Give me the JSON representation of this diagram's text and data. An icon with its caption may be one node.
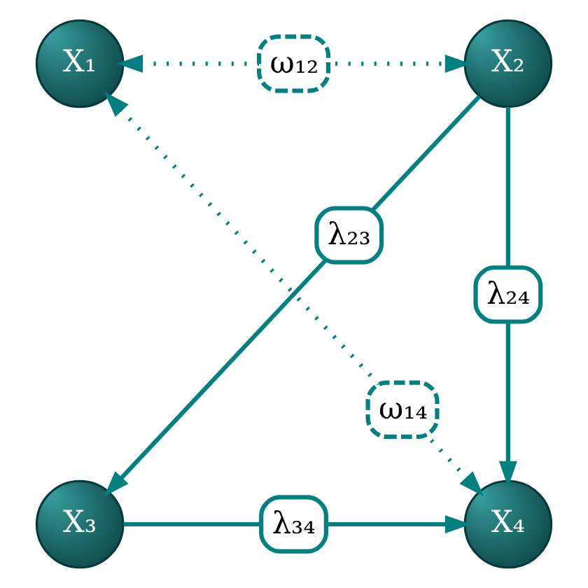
{
  "diagram": {
    "nodes": [
      {
        "text": [
          "X₁"
        ]
      },
      {
        "text": [
          "X₂"
        ]
      },
      {
        "text": [
          "X₃"
        ]
      },
      {
        "text": [
          "X₄"
        ]
      }
    ],
    "edges": [
      {
        "from": 0,
        "to": 1,
        "arrow": "both",
        "label": "ω₁₂",
        "style": "dashed"
      },
      {
        "from": 1,
        "to": 2,
        "arrow": "to",
        "label": "λ₂₃"
      },
      {
        "from": 1,
        "to": 3,
        "arrow": "to",
        "label": "λ₂₄"
      },
      {
        "from": 0,
        "to": 3,
        "arrow": "both",
        "label": "ω₁₄",
        "style": "dashed"
      },
      {
        "from": 2,
        "to": 3,
        "arrow": "to",
        "label": "λ₃₄"
      }
    ]
  }
}
